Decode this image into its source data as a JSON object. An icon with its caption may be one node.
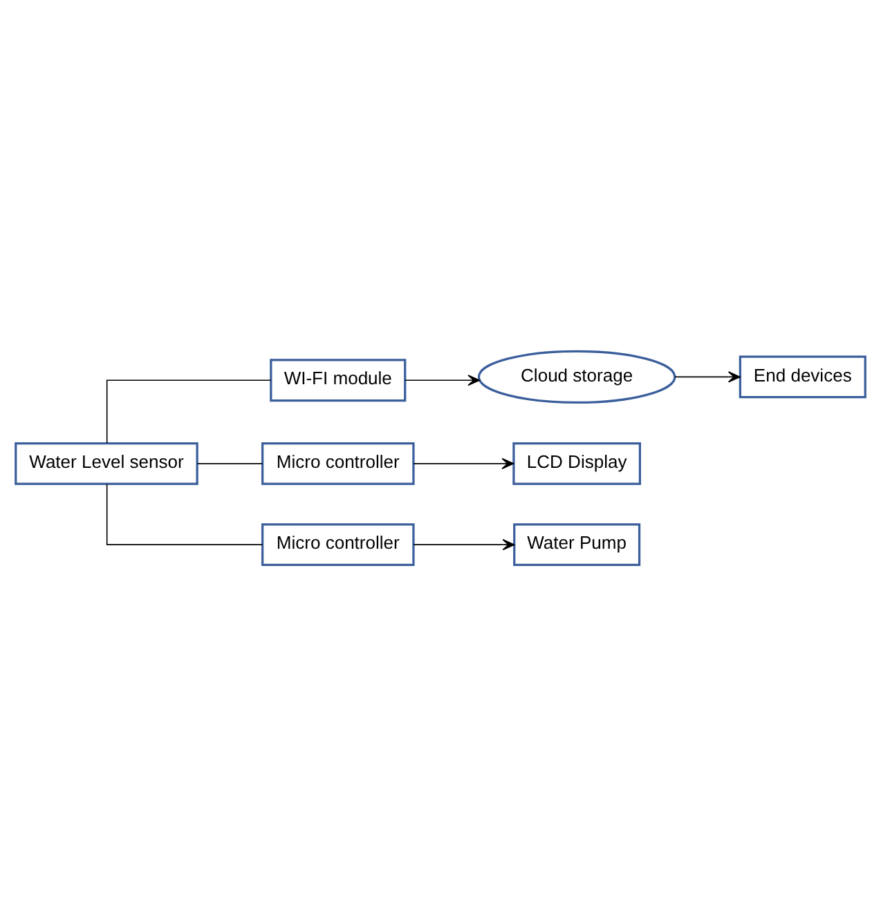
{
  "diagram": {
    "nodes": [
      {
        "text": [
          "WI-FI module"
        ]
      },
      {
        "text": [
          "Cloud storage"
        ]
      },
      {
        "text": [
          "End devices"
        ]
      },
      {
        "text": [
          "Water Level sensor"
        ]
      },
      {
        "text": [
          "Micro controller"
        ]
      },
      {
        "text": [
          "LCD Display"
        ]
      },
      {
        "text": [
          "Micro controller"
        ]
      },
      {
        "text": [
          "Water Pump"
        ]
      }
    ],
    "edges": [
      {
        "from": 3,
        "to": 0,
        "arrow": "none"
      },
      {
        "from": 0,
        "to": 1,
        "arrow": "to"
      },
      {
        "from": 1,
        "to": 2,
        "arrow": "to"
      },
      {
        "from": 3,
        "to": 4,
        "arrow": "none"
      },
      {
        "from": 4,
        "to": 5,
        "arrow": "to"
      },
      {
        "from": 3,
        "to": 6,
        "arrow": "none"
      },
      {
        "from": 6,
        "to": 7,
        "arrow": "to"
      }
    ]
  }
}
